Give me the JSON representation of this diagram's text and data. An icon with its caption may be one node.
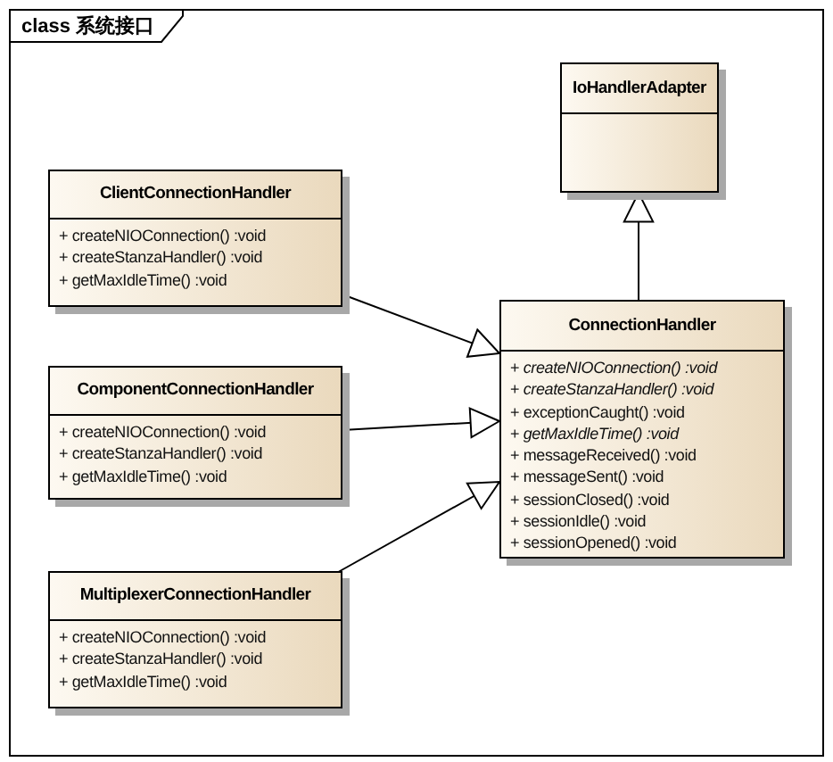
{
  "diagram": {
    "nodes": [
      {
        "text": [
          "class 系统接口"
        ]
      },
      {
        "text": [
          "IoHandlerAdapter"
        ],
        "in": 0
      },
      {
        "text": [
          "ClientConnectionHandler",
          "+ createNIOConnection() :void",
          "+ createStanzaHandler() :void",
          "+ getMaxIdleTime() :void"
        ],
        "in": 0
      },
      {
        "text": [
          "ConnectionHandler",
          "+ *createNIOConnection() :void*",
          "+ *createStanzaHandler() :void*",
          "+ exceptionCaught() :void",
          "+ *getMaxIdleTime() :void*",
          "+ messageReceived() :void",
          "+ messageSent() :void",
          "+ sessionClosed() :void",
          "+ sessionIdle() :void",
          "+ sessionOpened() :void"
        ],
        "in": 0
      },
      {
        "text": [
          "ComponentConnectionHandler",
          "+ createNIOConnection() :void",
          "+ createStanzaHandler() :void",
          "+ getMaxIdleTime() :void"
        ],
        "in": 0
      },
      {
        "text": [
          "MultiplexerConnectionHandler",
          "+ createNIOConnection() :void",
          "+ createStanzaHandler() :void",
          "+ getMaxIdleTime() :void"
        ],
        "in": 0
      }
    ],
    "edges": [
      {
        "from": 2,
        "to": 3,
        "arrow": "to"
      },
      {
        "from": 4,
        "to": 3,
        "arrow": "to"
      },
      {
        "from": 5,
        "to": 3,
        "arrow": "to"
      },
      {
        "from": 3,
        "to": 1,
        "arrow": "to"
      }
    ]
  }
}
